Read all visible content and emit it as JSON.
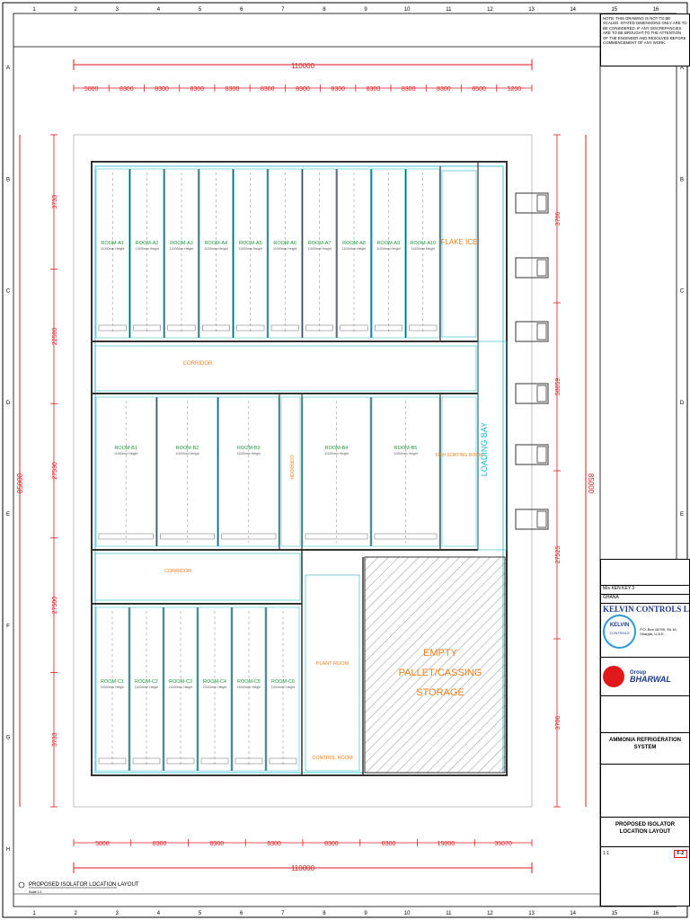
{
  "grid": {
    "columns": [
      "1",
      "2",
      "3",
      "4",
      "5",
      "6",
      "7",
      "8",
      "9",
      "10",
      "11",
      "12",
      "13",
      "14",
      "15",
      "16"
    ],
    "rows": [
      "A",
      "B",
      "C",
      "D",
      "E",
      "F",
      "G",
      "H"
    ]
  },
  "dimensions": {
    "overall_top": "110000",
    "overall_bottom": "110000",
    "top_row": [
      "5000",
      "8300",
      "8300",
      "8300",
      "8300",
      "8300",
      "8300",
      "8300",
      "8300",
      "8300",
      "8300",
      "8500",
      "5200"
    ],
    "bottom_row": [
      "5000",
      "8300",
      "8300",
      "8300",
      "8300",
      "8300",
      "15000",
      "35070"
    ],
    "left_overall": "85000",
    "right_overall": "85000",
    "left_row": [
      "3733",
      "22500",
      "27530",
      "27500",
      "3733"
    ],
    "right_row": [
      "3706",
      "50059",
      "27525",
      "3706"
    ]
  },
  "rooms_a": [
    {
      "name": "ROOM-A1",
      "dims": "11000mm Height"
    },
    {
      "name": "ROOM-A2",
      "dims": "11000mm Height"
    },
    {
      "name": "ROOM-A3",
      "dims": "11000mm Height"
    },
    {
      "name": "ROOM-A4",
      "dims": "11000mm Height"
    },
    {
      "name": "ROOM-A5",
      "dims": "11000mm Height"
    },
    {
      "name": "ROOM-A6",
      "dims": "11000mm Height"
    },
    {
      "name": "ROOM-A7",
      "dims": "11000mm Height"
    },
    {
      "name": "ROOM-A8",
      "dims": "11000mm Height"
    },
    {
      "name": "ROOM-A9",
      "dims": "11000mm Height"
    },
    {
      "name": "ROOM-A10",
      "dims": "11000mm Height"
    }
  ],
  "rooms_b": [
    {
      "name": "ROOM-B1",
      "dims": "11000mm Height"
    },
    {
      "name": "ROOM-B2",
      "dims": "11000mm Height"
    },
    {
      "name": "ROOM-B3",
      "dims": "11000mm Height"
    },
    {
      "name": "ROOM-B4",
      "dims": "11000mm Height"
    },
    {
      "name": "ROOM-B5",
      "dims": "11000mm Height"
    }
  ],
  "rooms_c": [
    {
      "name": "ROOM-C1",
      "dims": "11000mm Height"
    },
    {
      "name": "ROOM-C2",
      "dims": "11000mm Height"
    },
    {
      "name": "ROOM-C3",
      "dims": "11000mm Height"
    },
    {
      "name": "ROOM-C4",
      "dims": "11000mm Height"
    },
    {
      "name": "ROOM-C5",
      "dims": "11000mm Height"
    },
    {
      "name": "ROOM-C6",
      "dims": "11000mm Height"
    }
  ],
  "labels": {
    "flake_ice": "FLAKE ICE",
    "corridor": "CORRIDOR",
    "corridor_v": "CORRIDOR",
    "fish_sorting": "FISH SORTING ROOM",
    "loading_bay": "LOADING BAY",
    "empty_line1": "EMPTY",
    "empty_line2": "PALLET/CASSING",
    "empty_line3": "STORAGE",
    "plant_room": "PLANT ROOM",
    "control_room": "CONTROL ROOM"
  },
  "titleblock": {
    "notes": "NOTE: THIS DRAWING IS NOT TO BE SCALED. STATED DIMENSIONS ONLY ARE TO BE CONSIDERED. IF ANY DISCREPANCIES ARE TO BE BROUGHT TO THE ATTENTION OF THE ENGINEER AND RESOLVED BEFORE COMMENCEMENT OF ANY WORK.",
    "client": "M/s KEN KEY 3",
    "location": "GHANA",
    "company": "KELVIN CONTROLS L.L.C.",
    "company_short": "KELVIN",
    "company_sub": "CONTROLS",
    "address": "P.O. Box 18759, Sh 16, Sharjah, U.A.E.",
    "group_label": "Group",
    "group_name": "BHARWAL",
    "project": "AMMONIA REFRIGERATION SYSTEM",
    "drawing_title_1": "PROPOSED ISOLATOR",
    "drawing_title_2": "LOCATION LAYOUT",
    "drg_no": "F-2",
    "scale": "1:1"
  },
  "footer": {
    "title": "PROPOSED ISOLATOR LOCATION LAYOUT",
    "scale": "Scale 1:1"
  },
  "colors": {
    "dim_red": "#e0191b",
    "wall_cyan": "#1ab6cc",
    "room_green": "#1b9a3a",
    "orange": "#f07f1a",
    "wall_dark": "#333333"
  }
}
